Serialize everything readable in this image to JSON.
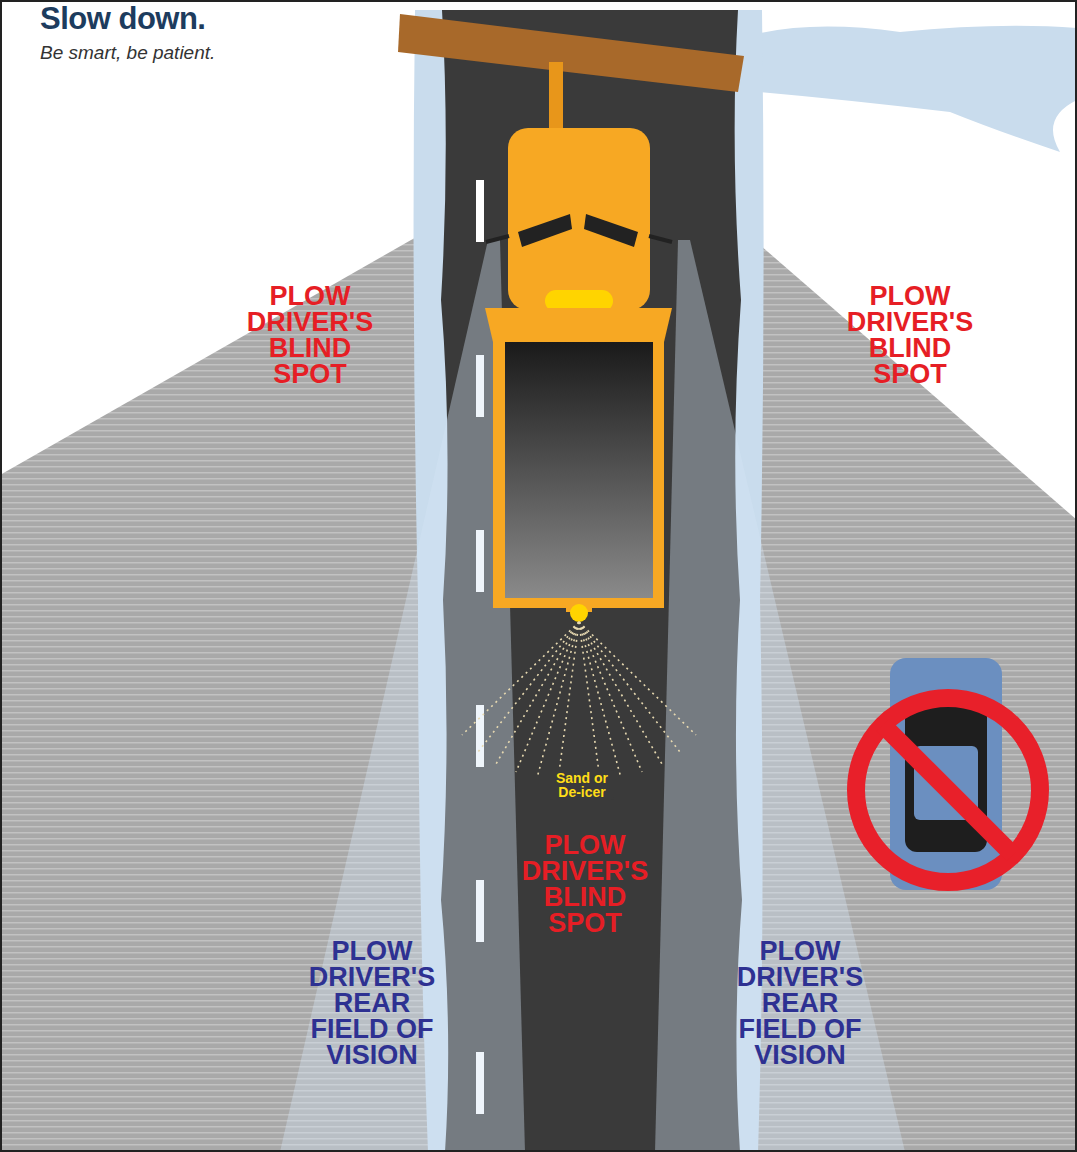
{
  "diagram": {
    "title": "Slow down.",
    "labels": [
      "Be smart, be patient.",
      "PLOW DRIVER'S BLIND SPOT",
      "PLOW DRIVER'S BLIND SPOT",
      "Sand or De-icer",
      "PLOW DRIVER'S BLIND SPOT",
      "PLOW DRIVER'S REAR FIELD OF VISION",
      "PLOW DRIVER'S REAR FIELD OF VISION"
    ]
  }
}
